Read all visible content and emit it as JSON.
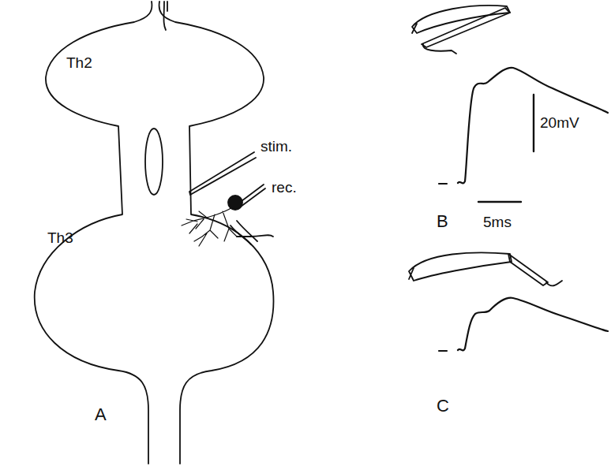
{
  "diagram": {
    "labels": [
      "Th2",
      "stim.",
      "Th3",
      "rec.",
      "A",
      "B",
      "20mV",
      "5ms",
      "C"
    ]
  }
}
